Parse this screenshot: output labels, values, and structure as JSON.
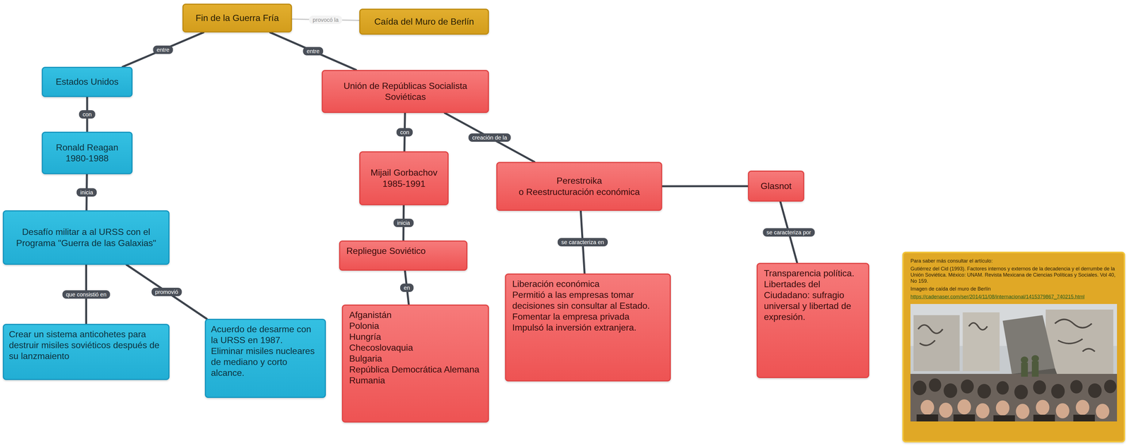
{
  "diagram": {
    "nodes": [
      {
        "text": [
          "Fin de la Guerra Fría"
        ]
      },
      {
        "text": [
          "Caída del Muro de Berlín"
        ]
      },
      {
        "text": [
          "Estados Unidos"
        ]
      },
      {
        "text": [
          "Ronald Reagan",
          "1980-1988"
        ]
      },
      {
        "text": [
          "Desafío militar a al URSS con el Programa \"Guerra de las Galaxias\""
        ]
      },
      {
        "text": [
          "Crear un sistema anticohetes para destruir misiles soviéticos después de su lanzmaiento"
        ]
      },
      {
        "text": [
          "Acuerdo de desarme con la URSS en 1987.",
          "Eliminar misiles nucleares de mediano y corto alcance."
        ]
      },
      {
        "text": [
          "Unión de Repúblicas Socialista Soviéticas"
        ]
      },
      {
        "text": [
          "Mijail Gorbachov",
          "1985-1991"
        ]
      },
      {
        "text": [
          "Repliegue Soviético"
        ]
      },
      {
        "text": [
          "Afganistán",
          "Polonia",
          "Hungría",
          "Checoslovaquia",
          "Bulgaria",
          "República Democrática Alemana",
          "Rumania"
        ]
      },
      {
        "text": [
          "Perestroika",
          "o Reestructuración económica"
        ]
      },
      {
        "text": [
          "Glasnot"
        ]
      },
      {
        "text": [
          "Liberación económica",
          "Permitió a las empresas tomar decisiones sin consultar al Estado.",
          "Fomentar la empresa privada",
          "Impulsó la inversión extranjera."
        ]
      },
      {
        "text": [
          "Transparencia política.",
          "Libertades del Ciudadano: sufragio universal y libertad de expresión."
        ]
      },
      {
        "text": [
          "Para saber más consultar el artículo:",
          "Gutiérrez del Cid (1993). Factores internos y externos de la decadencia y el derrumbe de la Unión Soviética. México: UNAM. Revista Mexicana de Ciencias Políticas y Sociales. Vol 40, No 159.",
          "Imagen de caída del muro de Berlín",
          "https://cadenaser.com/ser/2014/11/08/internacional/1415379867_740215.html"
        ]
      }
    ],
    "edges": [
      {
        "from": 0,
        "to": 1,
        "label": "provocó la",
        "arrow": "none"
      },
      {
        "from": 0,
        "to": 2,
        "label": "entre",
        "arrow": "none"
      },
      {
        "from": 0,
        "to": 7,
        "label": "entre",
        "arrow": "none"
      },
      {
        "from": 2,
        "to": 3,
        "label": "con",
        "arrow": "none"
      },
      {
        "from": 3,
        "to": 4,
        "label": "inicia",
        "arrow": "none"
      },
      {
        "from": 4,
        "to": 5,
        "label": "que consistió en",
        "arrow": "none"
      },
      {
        "from": 4,
        "to": 6,
        "label": "promovió",
        "arrow": "none"
      },
      {
        "from": 7,
        "to": 8,
        "label": "con",
        "arrow": "none"
      },
      {
        "from": 7,
        "to": 11,
        "label": "creación de la",
        "arrow": "none"
      },
      {
        "from": 8,
        "to": 9,
        "label": "inicia",
        "arrow": "none"
      },
      {
        "from": 9,
        "to": 10,
        "label": "en",
        "arrow": "none"
      },
      {
        "from": 11,
        "to": 12,
        "arrow": "none"
      },
      {
        "from": 11,
        "to": 13,
        "label": "se caracteriza en",
        "arrow": "none"
      },
      {
        "from": 12,
        "to": 14,
        "label": "se caracteriza por",
        "arrow": "none"
      }
    ]
  }
}
